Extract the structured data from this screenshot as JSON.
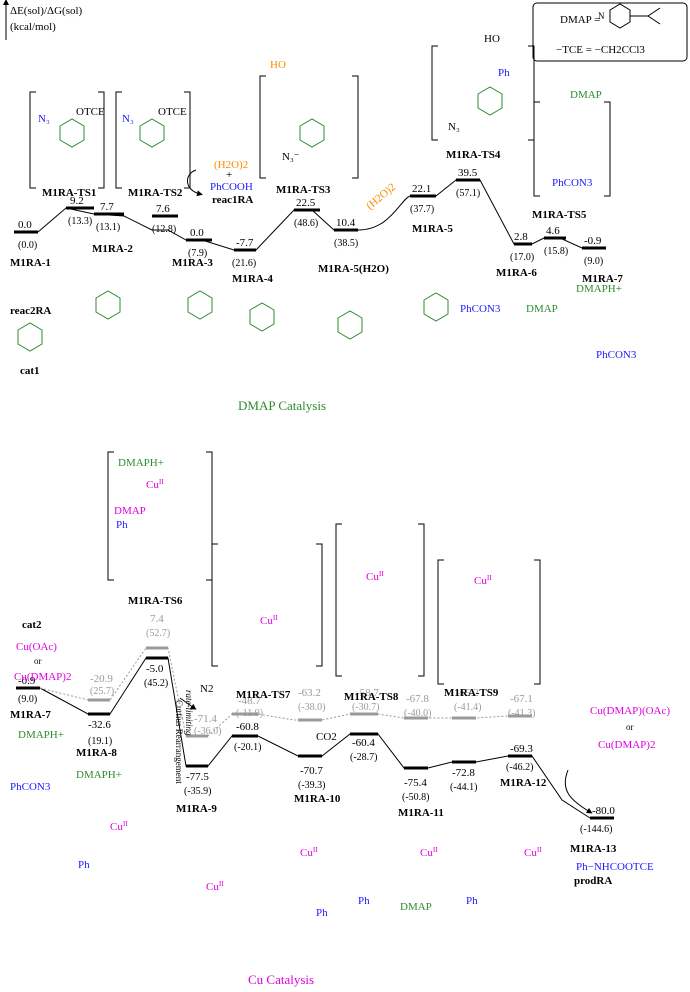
{
  "axis_label": {
    "line1": "ΔE(sol)/ΔG(sol)",
    "line2": "(kcal/mol)"
  },
  "legend": {
    "dmap": "DMAP =",
    "tce": "−TCE = −CH2CCl3"
  },
  "sections": {
    "top": "DMAP Catalysis",
    "bottom": "Cu Catalysis"
  },
  "top_levels": [
    {
      "id": "M1RA-1",
      "e": "0.0",
      "g": "(0.0)"
    },
    {
      "id": "M1RA-TS1",
      "e": "9.2",
      "g": "(13.3)"
    },
    {
      "id": "M1RA-2",
      "e": "7.7",
      "g": "(13.1)"
    },
    {
      "id": "M1RA-TS2",
      "e": "7.6",
      "g": "(12.8)"
    },
    {
      "id": "M1RA-3",
      "e": "0.0",
      "g": "(7.9)"
    },
    {
      "id": "M1RA-4",
      "e": "-7.7",
      "g": "(21.6)"
    },
    {
      "id": "M1RA-TS3",
      "e": "22.5",
      "g": "(48.6)"
    },
    {
      "id": "M1RA-5(H2O)",
      "e": "10.4",
      "g": "(38.5)"
    },
    {
      "id": "M1RA-5",
      "e": "22.1",
      "g": "(37.7)"
    },
    {
      "id": "M1RA-TS4",
      "e": "39.5",
      "g": "(57.1)"
    },
    {
      "id": "M1RA-6",
      "e": "2.8",
      "g": "(17.0)"
    },
    {
      "id": "M1RA-TS5",
      "e": "4.6",
      "g": "(15.8)"
    },
    {
      "id": "M1RA-7",
      "e": "-0.9",
      "g": "(9.0)"
    }
  ],
  "bottom_levels": [
    {
      "id": "M1RA-7",
      "e": "-0.9",
      "g": "(9.0)"
    },
    {
      "id": "M1RA-8",
      "e": "-32.6",
      "g": "(19.1)",
      "gray_e": "-20.9",
      "gray_g": "(25.7)"
    },
    {
      "id": "M1RA-TS6",
      "e": "-5.0",
      "g": "(45.2)",
      "gray_e": "7.4",
      "gray_g": "(52.7)"
    },
    {
      "id": "M1RA-9",
      "e": "-77.5",
      "g": "(-35.9)",
      "gray_e": "-71.4",
      "gray_g": "(-36.0)"
    },
    {
      "id": "M1RA-TS7",
      "e": "-60.8",
      "g": "(-20.1)",
      "gray_e": "-48.7",
      "gray_g": "(-11.9)"
    },
    {
      "id": "M1RA-10",
      "e": "-70.7",
      "g": "(-39.3)",
      "gray_e": "-63.2",
      "gray_g": "(-38.0)"
    },
    {
      "id": "M1RA-TS8",
      "e": "-60.4",
      "g": "(-28.7)",
      "gray_e": "-58.7",
      "gray_g": "(-30.7)"
    },
    {
      "id": "M1RA-11",
      "e": "-75.4",
      "g": "(-50.8)",
      "gray_e": "-67.8",
      "gray_g": "(-40.0)"
    },
    {
      "id": "M1RA-TS9",
      "e": "-72.8",
      "g": "(-44.1)",
      "gray_e": "-65.2",
      "gray_g": "(-41.4)"
    },
    {
      "id": "M1RA-12",
      "e": "-69.3",
      "g": "(-46.2)",
      "gray_e": "-67.1",
      "gray_g": "(-41.3)"
    },
    {
      "id": "M1RA-13",
      "e": "-80.0",
      "g": "(-144.6)"
    }
  ],
  "labels": {
    "reac1": "reac1RA",
    "reac2": "reac2RA",
    "cat1": "cat1",
    "cat2": "cat2",
    "prod": "prodRA",
    "or": "or",
    "n2": "N2",
    "co2": "CO2",
    "curtius": "Curtius Rearrangement",
    "rate": "rate-limiting",
    "h2o2": "(H2O)2",
    "phcooh": "PhCOOH",
    "plus": "+",
    "dmaph": "DMAPH+",
    "phcon3": "PhCON3",
    "dmap": "DMAP",
    "cuoac": "Cu(OAc)",
    "cudmap2": "Cu(DMAP)2",
    "cudmapoac": "Cu(DMAP)(OAc)",
    "prod_formula": "Ph−NHCOOTCE"
  }
}
